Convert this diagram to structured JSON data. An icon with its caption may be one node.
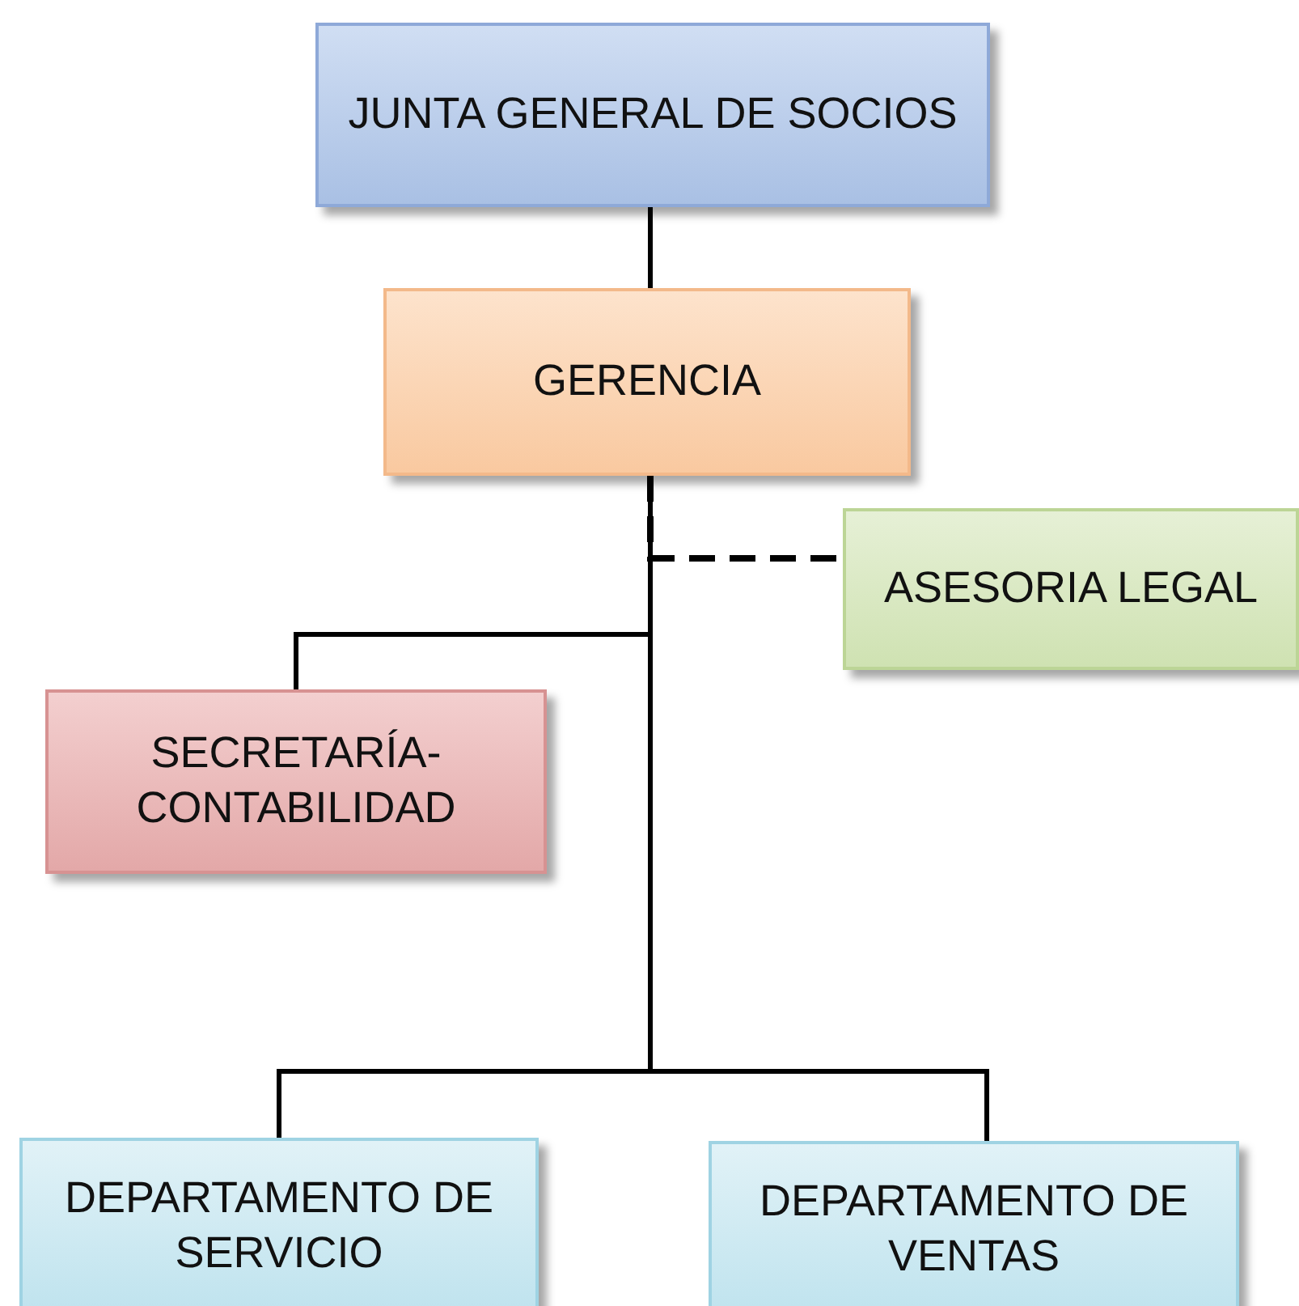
{
  "diagram": {
    "nodes": [
      {
        "text": [
          "JUNTA GENERAL DE SOCIOS"
        ]
      },
      {
        "text": [
          "GERENCIA"
        ]
      },
      {
        "text": [
          "ASESORIA LEGAL"
        ]
      },
      {
        "text": [
          "SECRETARÍA-CONTABILIDAD"
        ]
      },
      {
        "text": [
          "DEPARTAMENTO DE SERVICIO"
        ]
      },
      {
        "text": [
          "DEPARTAMENTO DE VENTAS"
        ]
      }
    ],
    "edges": [
      {
        "from": 0,
        "to": 1,
        "arrow": "none"
      },
      {
        "from": 1,
        "to": 2,
        "arrow": "none",
        "style": "dashed"
      },
      {
        "from": 1,
        "to": 3,
        "arrow": "none"
      },
      {
        "from": 1,
        "to": 4,
        "arrow": "none"
      },
      {
        "from": 1,
        "to": 5,
        "arrow": "none"
      }
    ]
  }
}
